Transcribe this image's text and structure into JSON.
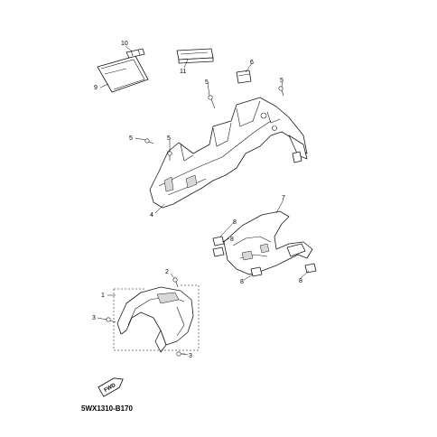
{
  "diagram": {
    "code": "5WX1310-B170",
    "fwd_label": "FWD",
    "callouts": [
      "1",
      "2",
      "3",
      "3",
      "4",
      "5",
      "5",
      "5",
      "5",
      "6",
      "7",
      "8",
      "8",
      "8",
      "8",
      "9",
      "10",
      "11"
    ]
  }
}
